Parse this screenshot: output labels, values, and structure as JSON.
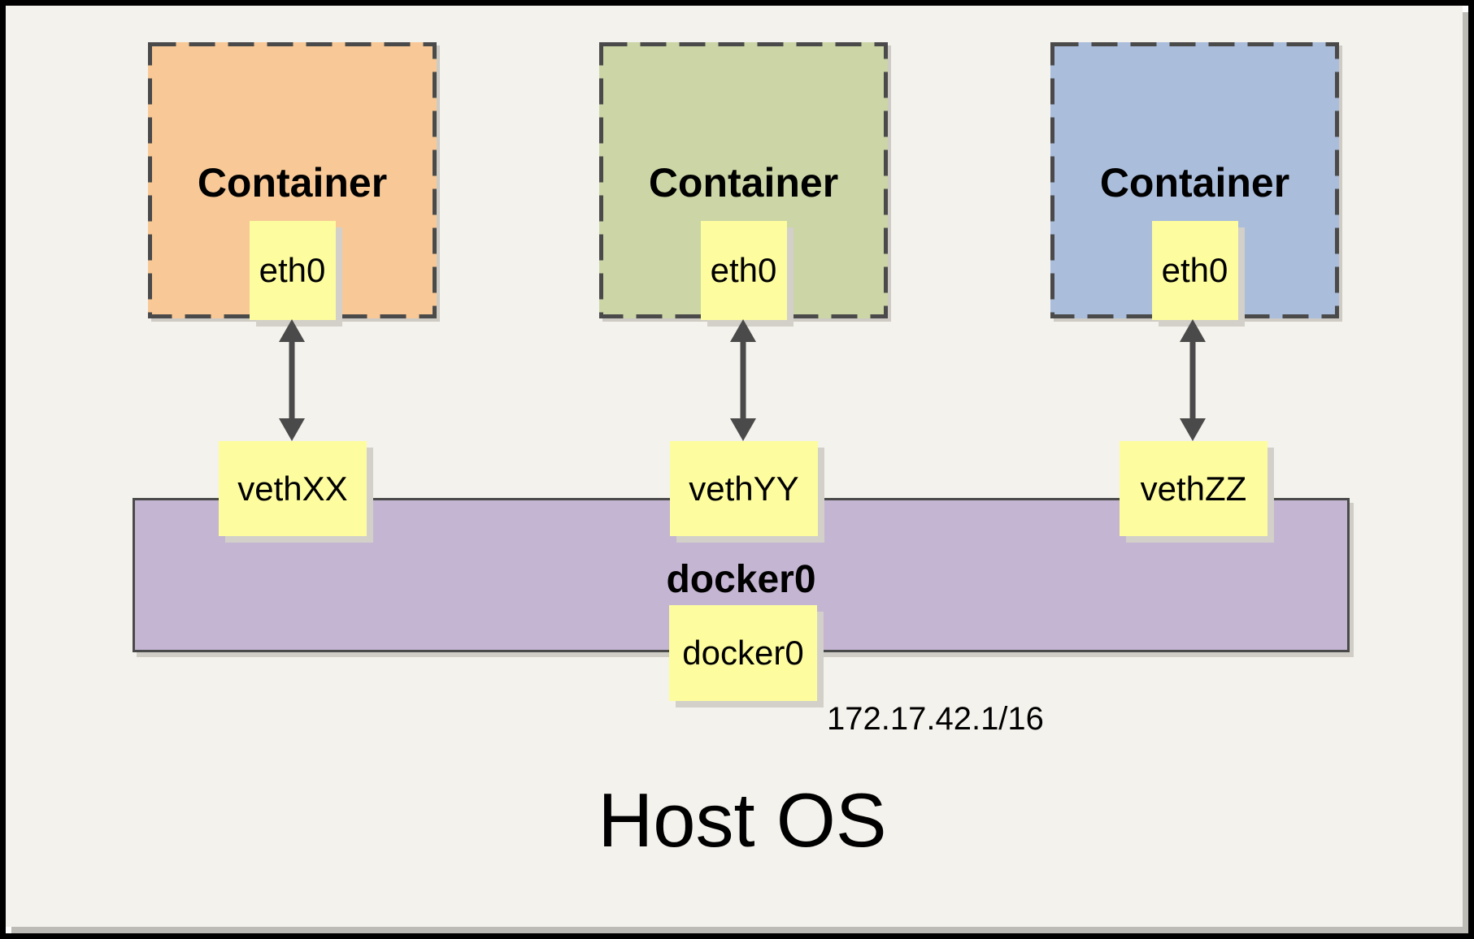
{
  "host": {
    "label": "Host OS"
  },
  "bridge": {
    "name": "docker0",
    "interface_name": "docker0",
    "ip": "172.17.42.1/16",
    "fill": "#C4B5D2"
  },
  "containers": [
    {
      "label": "Container",
      "interface": "eth0",
      "veth": "vethXX",
      "fill": "#F8C997"
    },
    {
      "label": "Container",
      "interface": "eth0",
      "veth": "vethYY",
      "fill": "#CBD5A6"
    },
    {
      "label": "Container",
      "interface": "eth0",
      "veth": "vethZZ",
      "fill": "#AABDDB"
    }
  ],
  "colors": {
    "background": "#F4F2EC",
    "note_yellow": "#FDFC9F",
    "line_dark": "#4A4A4A",
    "frame_black": "#000000"
  }
}
